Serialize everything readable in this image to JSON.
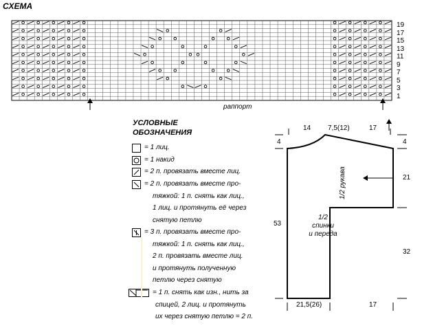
{
  "title": "СХЕМА",
  "chart": {
    "row_numbers": [
      "19",
      "17",
      "15",
      "13",
      "11",
      "9",
      "7",
      "5",
      "3",
      "1"
    ],
    "repeat_label": "раппорт"
  },
  "legend": {
    "title_line1": "УСЛОВНЫЕ",
    "title_line2": "ОБОЗНАЧЕНИЯ",
    "items": [
      {
        "icon": "empty-square-icon",
        "lines": [
          "= 1 лиц."
        ]
      },
      {
        "icon": "circle-yarn-over-icon",
        "lines": [
          "= 1 накид"
        ]
      },
      {
        "icon": "right-slash-decrease-icon",
        "lines": [
          "= 2 п. провязать вместе лиц."
        ]
      },
      {
        "icon": "left-slash-decrease-icon",
        "lines": [
          "= 2 п. провязать вместе про-",
          "тяжкой: 1 п. снять как лиц.,",
          "1 лиц. и протянуть её через",
          "снятую петлю"
        ]
      },
      {
        "icon": "double-decrease-icon",
        "lines": [
          "= 3 п. провязать вместе про-",
          "тяжкой: 1 п. снять как лиц.,",
          "2 п. провязать вместе лиц.",
          "и протянуть полученную",
          "петлю через снятую"
        ]
      },
      {
        "icon": "cable-cross-icon",
        "lines": [
          "= 1 п. снять как изн., нить за",
          "спицей, 2 лиц. и протянуть",
          "их через снятую петлю = 2 п."
        ]
      }
    ]
  },
  "pattern": {
    "top_left": "14",
    "top_neck": "7,5(12)",
    "top_right": "17",
    "left_shoulder": "4",
    "right_shoulder": "4",
    "sleeve_label": "1/2 рукава",
    "sleeve_height": "21",
    "total_height": "53",
    "body_height": "32",
    "body_label_1": "1/2",
    "body_label_2": "спинки",
    "body_label_3": "и переда",
    "bottom_width": "21,5(26)",
    "bottom_right": "17"
  }
}
